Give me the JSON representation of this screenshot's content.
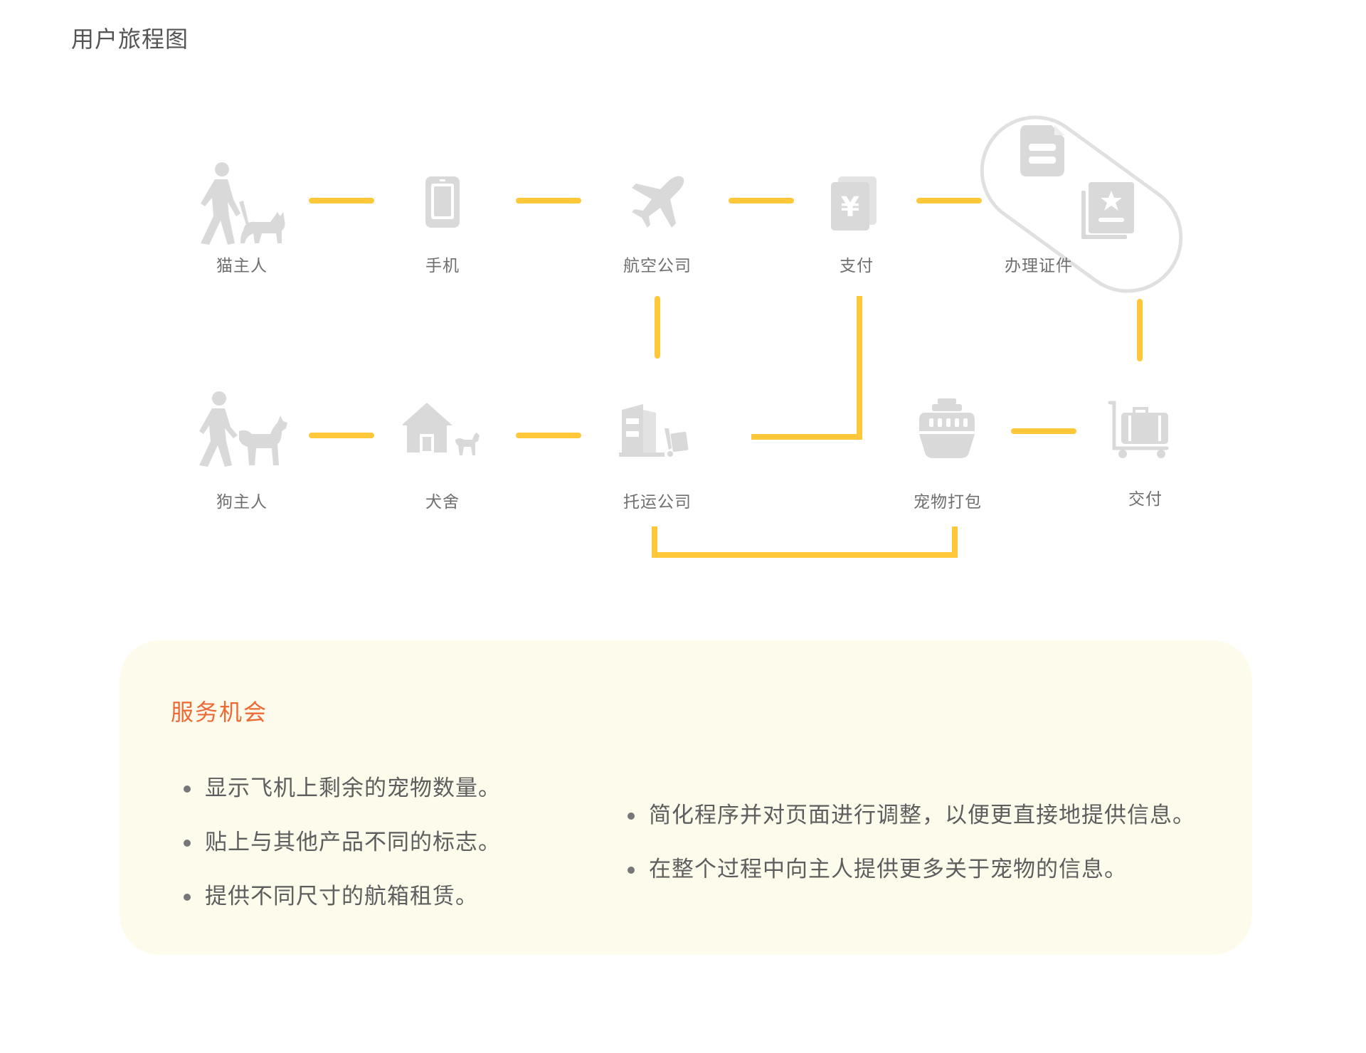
{
  "page": {
    "title": "用户旅程图"
  },
  "diagram": {
    "accent_color": "#ffc83a",
    "icon_color": "#d9d9d9",
    "nodes": [
      {
        "id": "cat-owner",
        "label": "猫主人",
        "icon": "person-walking-cat-icon"
      },
      {
        "id": "phone",
        "label": "手机",
        "icon": "mobile-phone-icon"
      },
      {
        "id": "airline",
        "label": "航空公司",
        "icon": "airplane-icon"
      },
      {
        "id": "payment",
        "label": "支付",
        "icon": "yen-payment-icon"
      },
      {
        "id": "documents",
        "label": "办理证件",
        "icon": "document-certificate-icon"
      },
      {
        "id": "dog-owner",
        "label": "狗主人",
        "icon": "person-walking-dog-icon"
      },
      {
        "id": "kennel",
        "label": "犬舍",
        "icon": "kennel-house-icon"
      },
      {
        "id": "shipper",
        "label": "托运公司",
        "icon": "shipping-company-icon"
      },
      {
        "id": "pet-packing",
        "label": "宠物打包",
        "icon": "pet-carrier-icon"
      },
      {
        "id": "delivery",
        "label": "交付",
        "icon": "luggage-cart-icon"
      }
    ],
    "connections": [
      [
        "cat-owner",
        "phone"
      ],
      [
        "phone",
        "airline"
      ],
      [
        "airline",
        "payment"
      ],
      [
        "payment",
        "documents"
      ],
      [
        "documents",
        "delivery"
      ],
      [
        "dog-owner",
        "kennel"
      ],
      [
        "kennel",
        "shipper"
      ],
      [
        "airline",
        "shipper"
      ],
      [
        "shipper",
        "payment"
      ],
      [
        "shipper",
        "pet-packing"
      ],
      [
        "pet-packing",
        "delivery"
      ]
    ]
  },
  "opportunities": {
    "title": "服务机会",
    "left": [
      "显示飞机上剩余的宠物数量。",
      "贴上与其他产品不同的标志。",
      "提供不同尺寸的航箱租赁。"
    ],
    "right": [
      "简化程序并对页面进行调整，以便更直接地提供信息。",
      "在整个过程中向主人提供更多关于宠物的信息。"
    ]
  }
}
